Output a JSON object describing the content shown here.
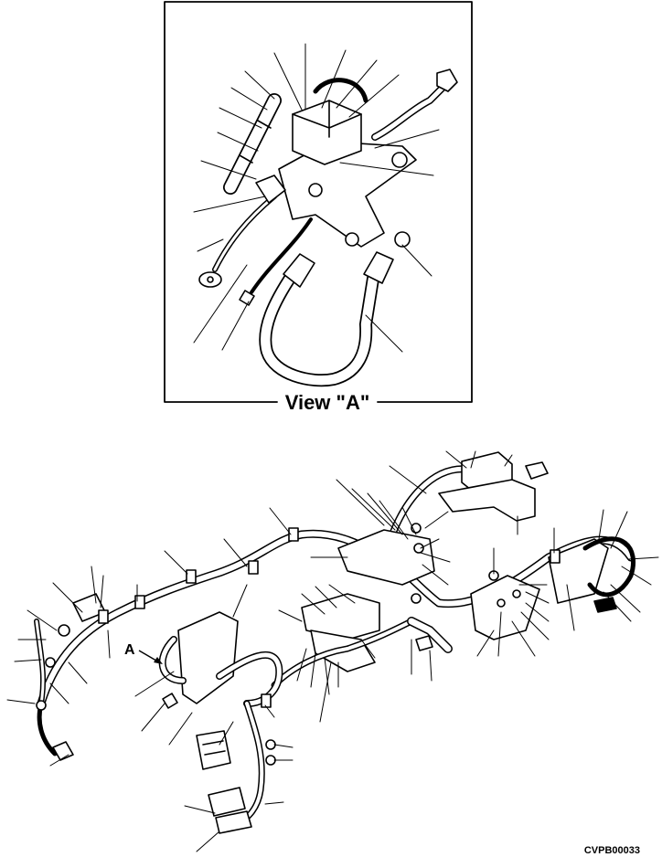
{
  "view_title": "View \"A\"",
  "view_pointer": "A",
  "drawing_code": "CVPB00033"
}
